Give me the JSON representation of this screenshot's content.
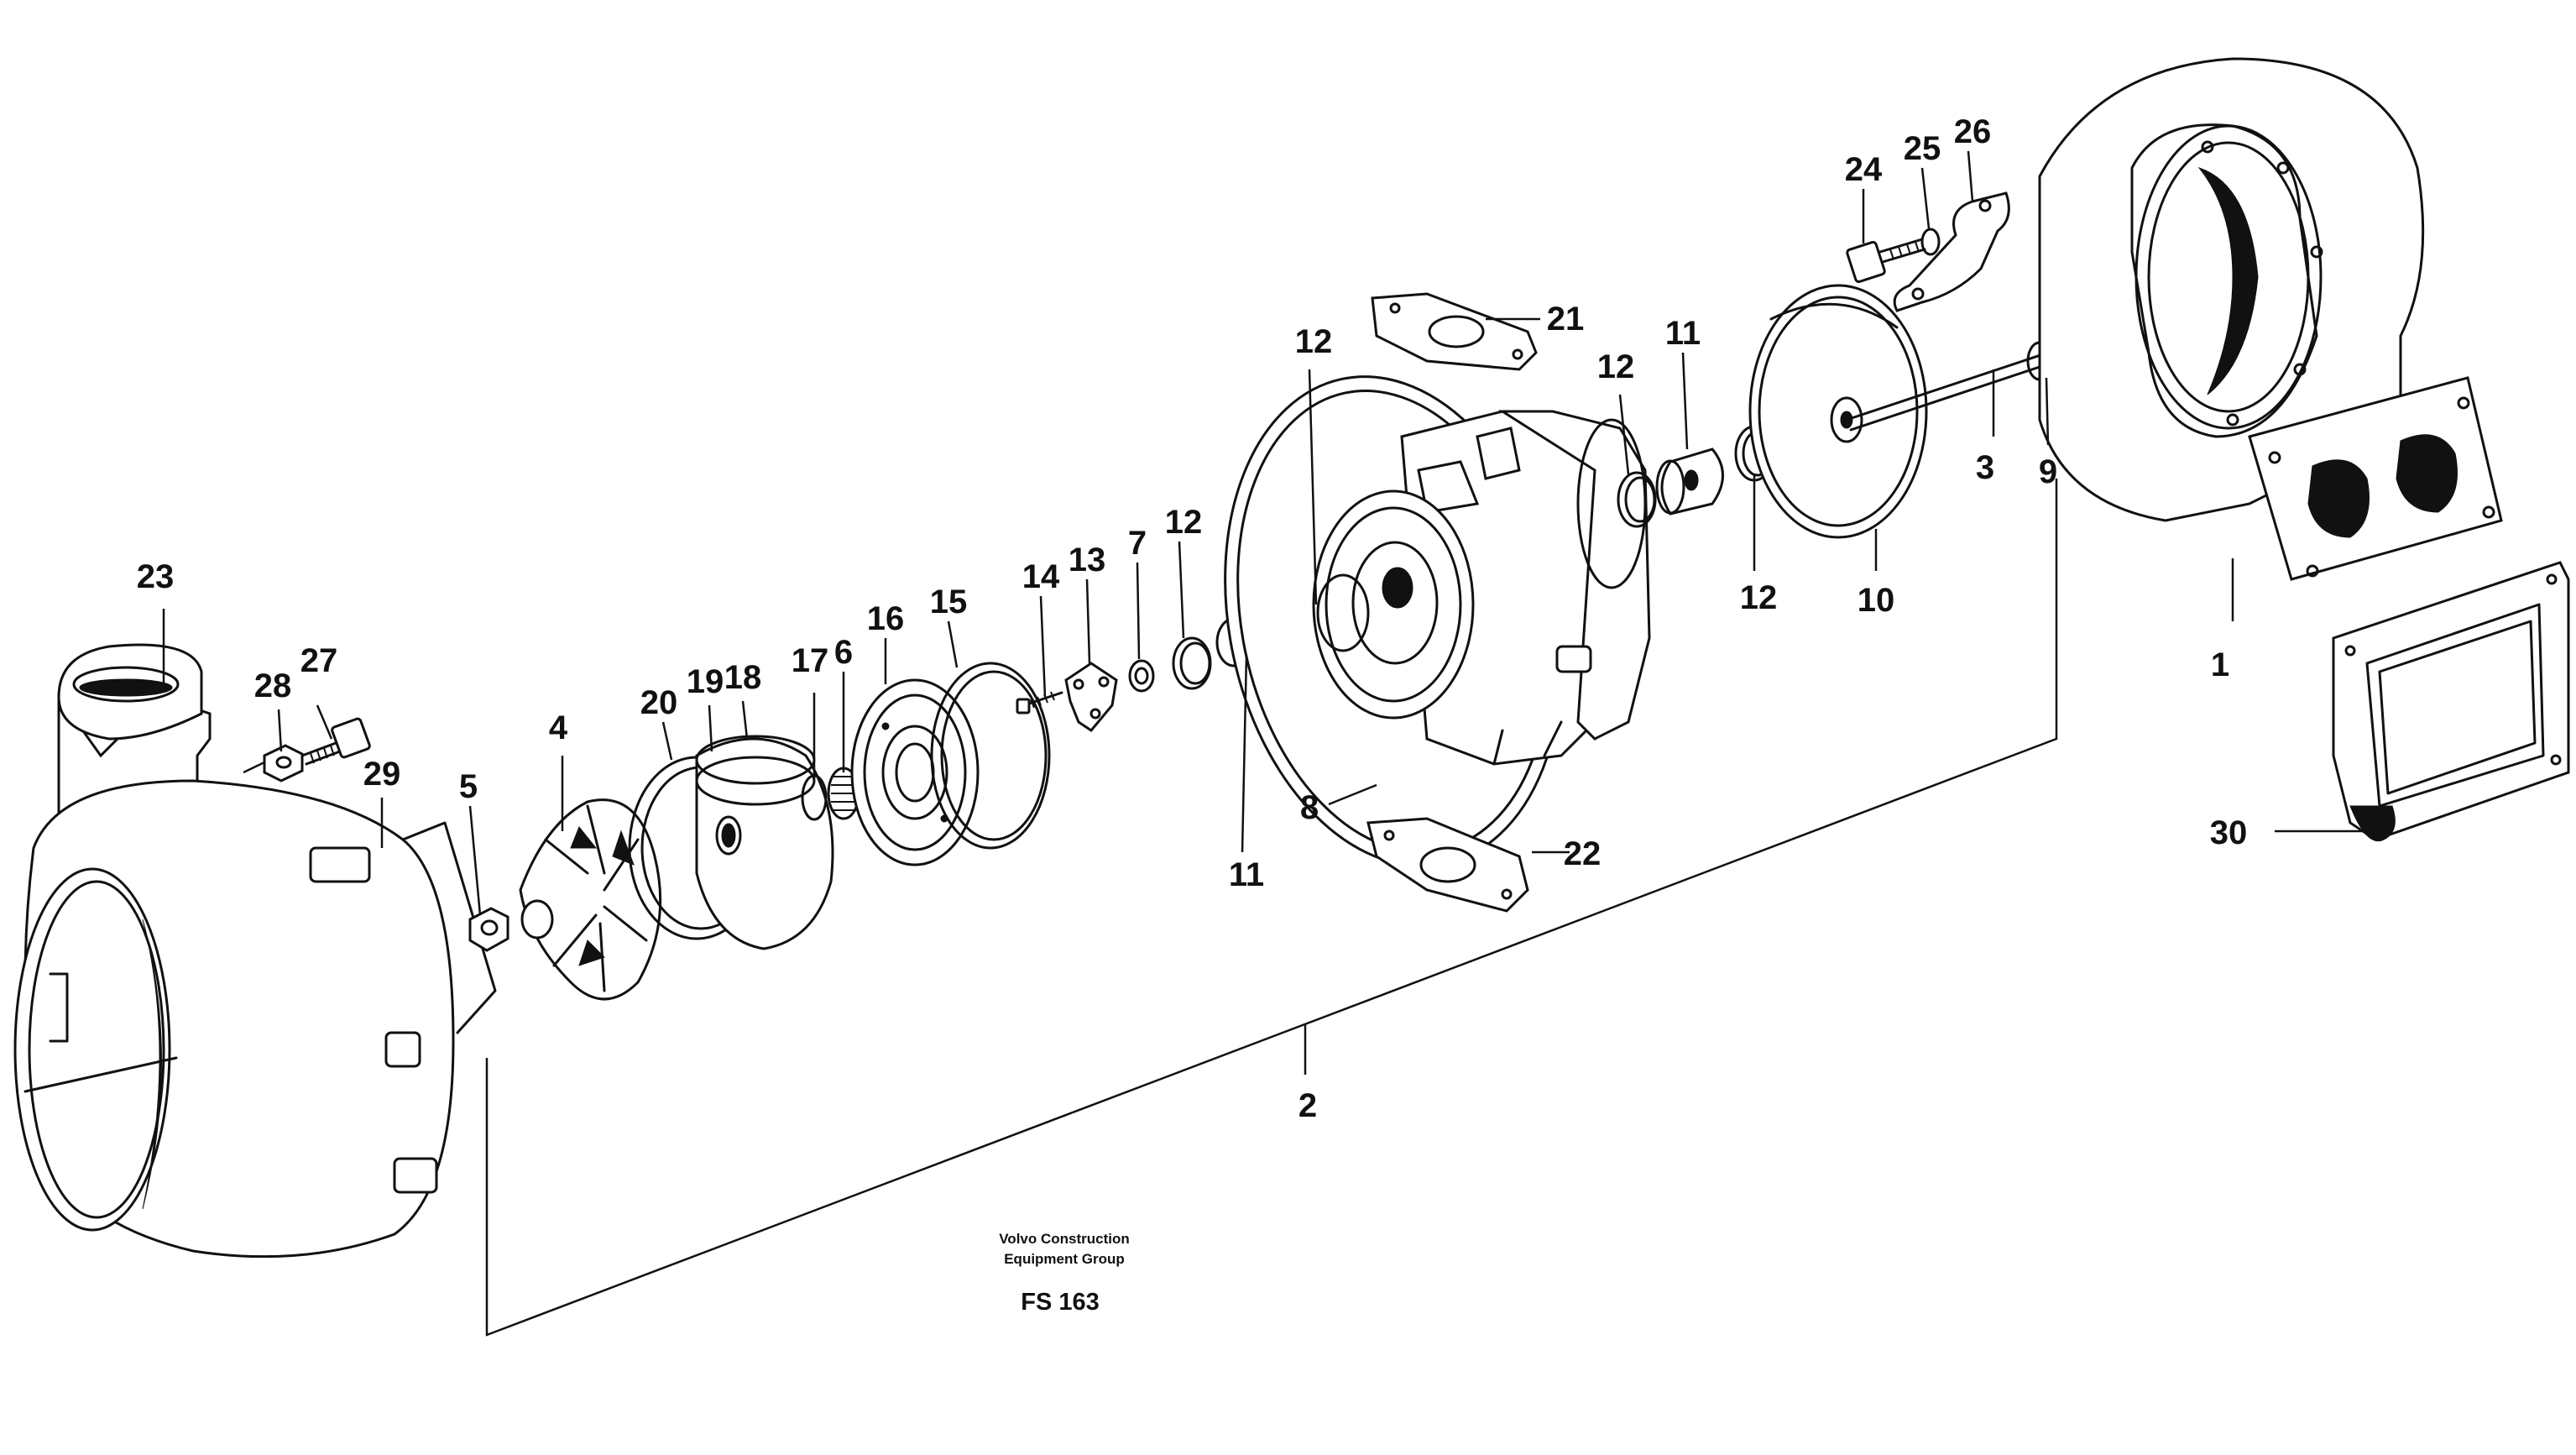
{
  "diagram": {
    "callouts": {
      "n1": "1",
      "n2": "2",
      "n3": "3",
      "n4": "4",
      "n5": "5",
      "n6": "6",
      "n7": "7",
      "n8": "8",
      "n9": "9",
      "n10": "10",
      "n11a": "11",
      "n11b": "11",
      "n12a": "12",
      "n12b": "12",
      "n12c": "12",
      "n12d": "12",
      "n13": "13",
      "n14": "14",
      "n15": "15",
      "n16": "16",
      "n17": "17",
      "n18": "18",
      "n19": "19",
      "n20": "20",
      "n21": "21",
      "n22": "22",
      "n23": "23",
      "n24": "24",
      "n25": "25",
      "n26": "26",
      "n27": "27",
      "n28": "28",
      "n29": "29",
      "n30": "30"
    },
    "footer": {
      "line1": "Volvo Construction",
      "line2": "Equipment Group",
      "code": "FS 163"
    }
  }
}
